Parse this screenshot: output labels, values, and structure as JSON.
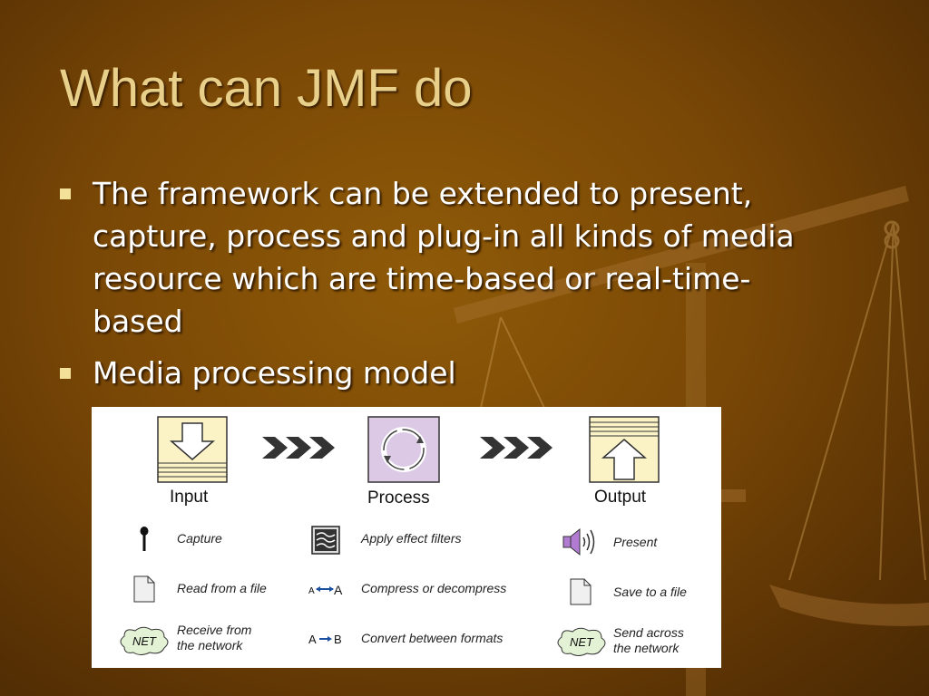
{
  "slide": {
    "title": "What can JMF do",
    "bullets": [
      "The framework can be extended to present, capture, process and plug-in all kinds of media resource which are time-based or real-time-based",
      "Media processing model"
    ]
  },
  "diagram": {
    "stages": {
      "input": "Input",
      "process": "Process",
      "output": "Output"
    },
    "input_items": [
      {
        "icon": "microphone-icon",
        "text": "Capture"
      },
      {
        "icon": "file-icon",
        "text": "Read from a file"
      },
      {
        "icon": "net-cloud-icon",
        "text": "Receive from the network",
        "line1": "Receive from",
        "line2": "the network"
      }
    ],
    "process_items": [
      {
        "icon": "effect-filter-icon",
        "text": "Apply effect filters"
      },
      {
        "icon": "compress-icon",
        "text": "Compress or decompress"
      },
      {
        "icon": "convert-icon",
        "text": "Convert between formats"
      }
    ],
    "output_items": [
      {
        "icon": "speaker-icon",
        "text": "Present"
      },
      {
        "icon": "file-icon",
        "text": "Save to a file"
      },
      {
        "icon": "net-cloud-icon",
        "text": "Send across the network",
        "line1": "Send across",
        "line2": "the network"
      }
    ],
    "icon_text": {
      "net": "NET",
      "compress_a_small": "A",
      "compress_a_large": "A",
      "convert_a": "A",
      "convert_b": "B"
    },
    "colors": {
      "box_fill": "#fbf3c6",
      "process_fill": "#dcc9e6",
      "net_fill": "#e3f2d4",
      "speaker": "#b07bd0"
    }
  }
}
